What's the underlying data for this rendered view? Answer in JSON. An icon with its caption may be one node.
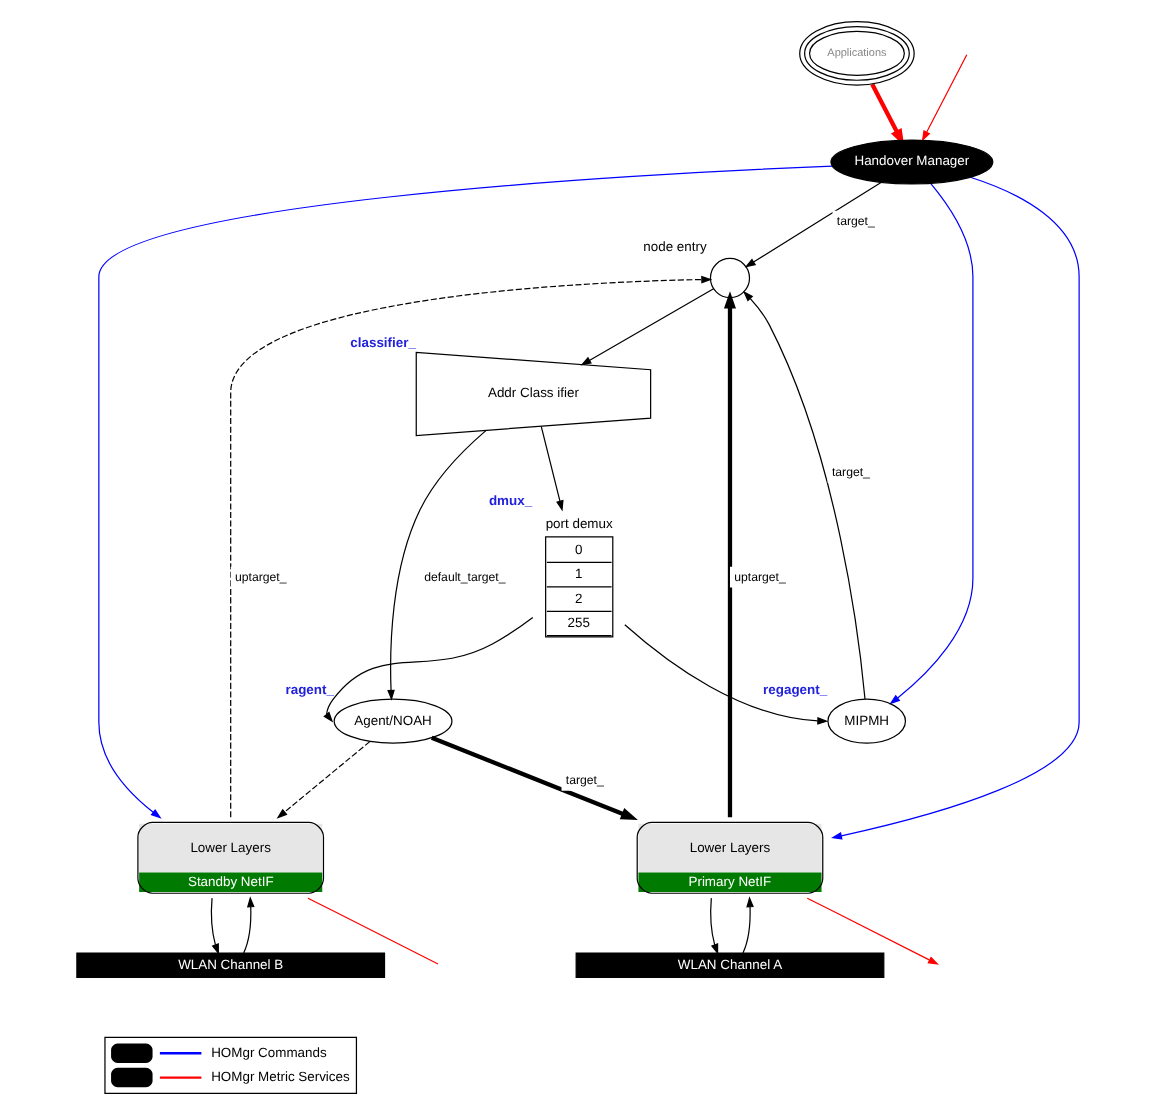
{
  "diagram": {
    "nodes": [
      {
        "text": [],
        "shape": "circle",
        "beside": [
          "node entry"
        ]
      },
      {
        "text": [
          "Addr Class ifier"
        ],
        "beside": [
          "classifier_"
        ]
      },
      {
        "text": [
          "port demux",
          "0",
          "1",
          "2",
          "255"
        ],
        "beside": [
          "dmux_"
        ]
      },
      {
        "text": [
          "MIPMH"
        ],
        "beside": [
          "regagent_"
        ]
      },
      {
        "text": [
          "Applications"
        ]
      },
      {
        "text": [
          "Handover Manager"
        ]
      },
      {
        "text": [
          "Agent/NOAH"
        ],
        "beside": [
          "ragent_"
        ]
      },
      {
        "text": [
          "Lower Layers",
          "Primary NetIF"
        ]
      },
      {
        "text": [
          "Lower Layers",
          "Standby NetIF"
        ]
      },
      {
        "text": [
          "WLAN Channel A"
        ]
      },
      {
        "text": [
          "WLAN Channel B"
        ]
      }
    ],
    "edges": [
      {
        "from": 5,
        "to": 0,
        "arrow": "to",
        "label": "target_"
      },
      {
        "from": 3,
        "to": 0,
        "arrow": "to",
        "label": "target_"
      },
      {
        "from": 0,
        "to": 1,
        "arrow": "to"
      },
      {
        "from": 1,
        "to": 2,
        "arrow": "to"
      },
      {
        "from": 2,
        "to": 3,
        "arrow": "to"
      },
      {
        "from": 2,
        "to": 6,
        "arrow": "to"
      },
      {
        "from": 1,
        "to": 6,
        "arrow": "to",
        "label": "default_target_"
      },
      {
        "from": 5,
        "to": 3,
        "arrow": "to",
        "color": "#0000ff"
      },
      {
        "from": 4,
        "to": 5,
        "arrow": "to",
        "style": "thick",
        "color": "#ff0000"
      },
      {
        "from": null,
        "to": 5,
        "arrow": "to",
        "color": "#ff0000"
      },
      {
        "from": 6,
        "to": 7,
        "arrow": "to",
        "label": "target_",
        "style": "thick"
      },
      {
        "from": 6,
        "to": 8,
        "arrow": "to",
        "style": "dashed"
      },
      {
        "from": 7,
        "to": 0,
        "arrow": "to",
        "label": "uptarget_",
        "style": "thick"
      },
      {
        "from": 8,
        "to": 0,
        "arrow": "to",
        "label": "uptarget_",
        "style": "dashed"
      },
      {
        "from": 5,
        "to": 7,
        "arrow": "to",
        "color": "#0000ff"
      },
      {
        "from": 5,
        "to": 8,
        "arrow": "to",
        "color": "#0000ff"
      },
      {
        "from": 7,
        "to": null,
        "arrow": "to",
        "color": "#ff0000"
      },
      {
        "from": 8,
        "to": null,
        "arrow": "none",
        "color": "#ff0000"
      },
      {
        "from": 9,
        "to": 7,
        "arrow": "to"
      },
      {
        "from": 7,
        "to": 9,
        "arrow": "to"
      },
      {
        "from": 10,
        "to": 8,
        "arrow": "to"
      },
      {
        "from": 8,
        "to": 10,
        "arrow": "to"
      }
    ],
    "legend": [
      {
        "text": "HOMgr Commands"
      },
      {
        "text": "HOMgr Metric Services"
      }
    ]
  }
}
